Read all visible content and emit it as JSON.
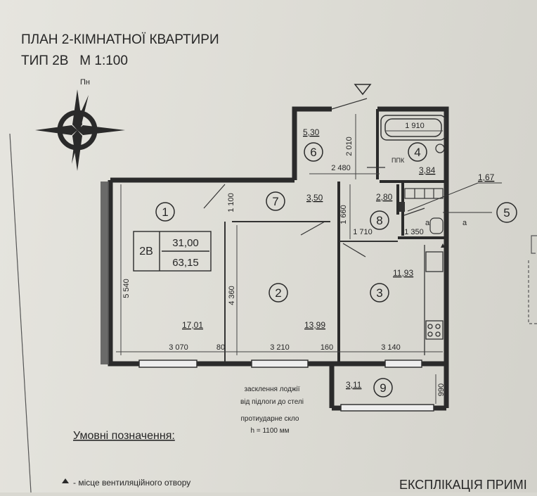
{
  "header": {
    "title": "ПЛАН 2-КІМНАТНОЇ КВАРТИРИ",
    "type_line": "ТИП 2В   М 1:100"
  },
  "compass": {
    "north_label": "Пн"
  },
  "apartment": {
    "type_code": "2В",
    "living_area": "31,00",
    "total_area": "63,15"
  },
  "rooms": [
    {
      "number": "1",
      "area": "17,01"
    },
    {
      "number": "2",
      "area": "13,99"
    },
    {
      "number": "3",
      "area": "11,93"
    },
    {
      "number": "4",
      "area": "3,84"
    },
    {
      "number": "5",
      "area": "1,67"
    },
    {
      "number": "6",
      "area": "5,30"
    },
    {
      "number": "7",
      "area": "3,50"
    },
    {
      "number": "8",
      "area": "2,80"
    },
    {
      "number": "9",
      "area": "3,11"
    }
  ],
  "dimensions": {
    "bath_width": "1 910",
    "hall_depth": "2 010",
    "hall_width": "2 480",
    "room1_door_offset": "1 100",
    "corridor_depth": "1 660",
    "wc_width_a": "1 710",
    "wc_width_b": "1 350",
    "room1_depth": "5 540",
    "room2_depth": "4 360",
    "room1_width": "3 070",
    "partition_1": "80",
    "room2_width": "3 210",
    "partition_2": "160",
    "room3_width": "3 140",
    "loggia_depth": "990"
  },
  "misc_labels": {
    "ppk": "ППК",
    "a1": "a",
    "a2": "a"
  },
  "notes": {
    "loggia_glazing": [
      "засклення лоджії",
      "від підлоги до стелі"
    ],
    "glass": [
      "протиударне скло",
      "h = 1100 мм"
    ]
  },
  "legend": {
    "title": "Умовні позначення:",
    "ventilation": "- місце вентиляційного отвору"
  },
  "explication_title": "ЕКСПЛІКАЦІЯ ПРИМІ"
}
